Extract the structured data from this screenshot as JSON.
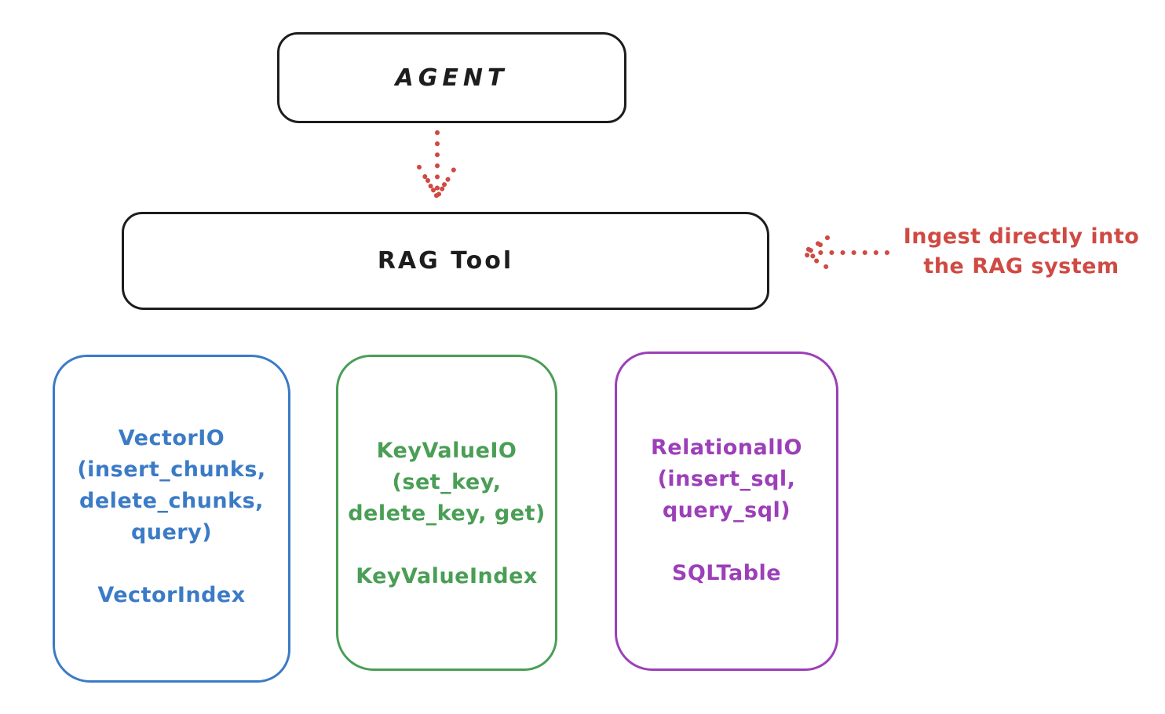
{
  "diagram": {
    "title_semantics": "RAG Tool architecture diagram",
    "agent_box": {
      "label": "AGENT"
    },
    "rag_tool_box": {
      "label": "RAG Tool"
    },
    "annotation": {
      "line1": "Ingest directly into",
      "line2": "the RAG system"
    },
    "backends": [
      {
        "name": "vector-io",
        "lines": [
          "VectorIO",
          "(insert_chunks,",
          "delete_chunks,",
          "query)"
        ],
        "index_label": "VectorIndex",
        "color": "#3b7bc6"
      },
      {
        "name": "keyvalue-io",
        "lines": [
          "KeyValueIO",
          "(set_key,",
          "delete_key, get)"
        ],
        "index_label": "KeyValueIndex",
        "color": "#4a9e55"
      },
      {
        "name": "relational-io",
        "lines": [
          "RelationalIO",
          "(insert_sql,",
          "query_sql)"
        ],
        "index_label": "SQLTable",
        "color": "#9c3fb8"
      }
    ]
  },
  "colors": {
    "black": "#1d1d1d",
    "red": "#cf4a43",
    "blue": "#3b7bc6",
    "green": "#4a9e55",
    "purple": "#9c3fb8"
  }
}
